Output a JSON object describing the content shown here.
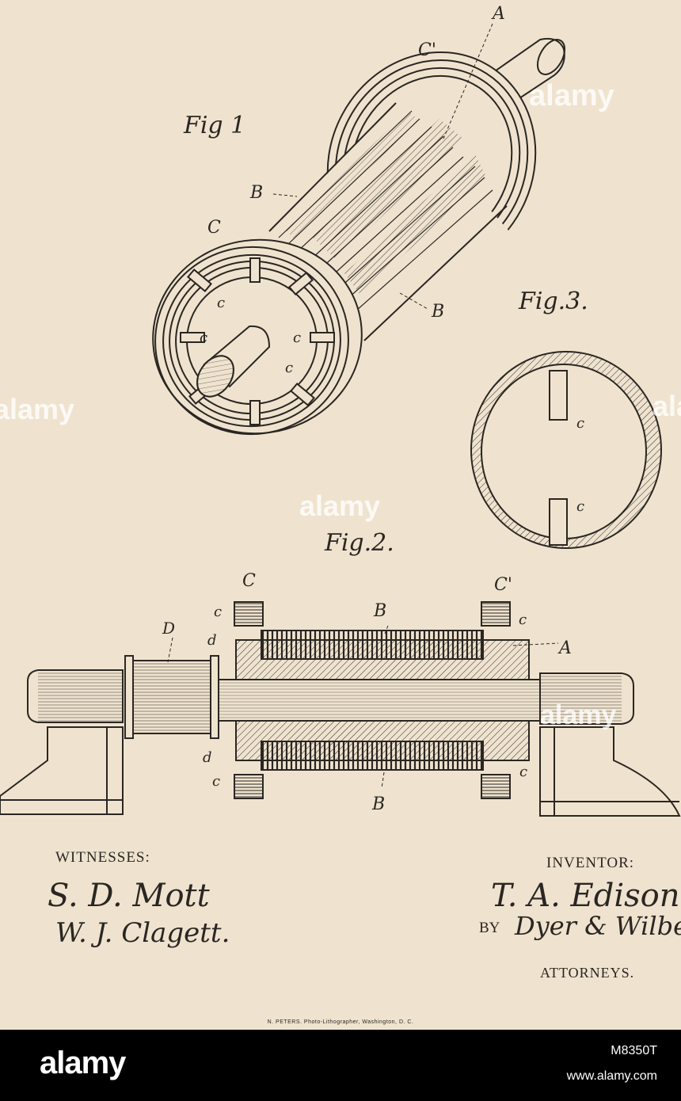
{
  "figures": {
    "fig1": "Fig 1",
    "fig2": "Fig.2.",
    "fig3": "Fig.3."
  },
  "labels": {
    "A": "A",
    "B": "B",
    "C": "C",
    "C_prime": "C'",
    "D": "D",
    "c": "c",
    "d": "d"
  },
  "signatures": {
    "witnesses_heading": "WITNESSES:",
    "witness_1": "S. D. Mott",
    "witness_2": "W. J. Clagett.",
    "inventor_heading": "INVENTOR:",
    "inventor_name": "T. A. Edison",
    "by_label": "BY",
    "attorney_name": "Dyer & Wilber",
    "attorneys_heading": "ATTORNEYS."
  },
  "printer_credit": "N. PETERS. Photo-Lithographer, Washington, D. C.",
  "watermark": {
    "brand": "alamy"
  },
  "footer": {
    "logo": "alamy",
    "image_id": "M8350T",
    "url": "www.alamy.com"
  },
  "colors": {
    "paper": "#efe3cf",
    "ink": "#2a2622",
    "footer": "#000000"
  }
}
